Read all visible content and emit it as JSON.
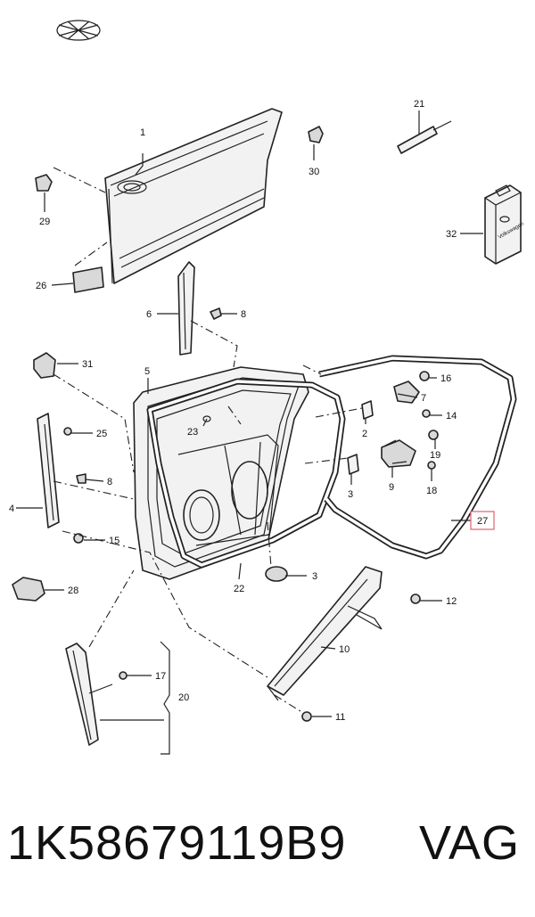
{
  "labels": {
    "l1": "1",
    "l2": "2",
    "l3": "3",
    "l3b": "3",
    "l4": "4",
    "l5": "5",
    "l6": "6",
    "l7": "7",
    "l8": "8",
    "l8b": "8",
    "l9": "9",
    "l10": "10",
    "l11": "11",
    "l12": "12",
    "l14": "14",
    "l15": "15",
    "l16": "16",
    "l17": "17",
    "l18": "18",
    "l19": "19",
    "l20": "20",
    "l21": "21",
    "l22": "22",
    "l23": "23",
    "l25": "25",
    "l26": "26",
    "l27": "27",
    "l28": "28",
    "l29": "29",
    "l30": "30",
    "l31": "31",
    "l32": "32"
  },
  "highlighted_label": "27",
  "highlight_color": "#e06070",
  "package_text": "Volkswagen",
  "footer": {
    "part_code": "1K58679119B9",
    "brand": "VAG"
  }
}
